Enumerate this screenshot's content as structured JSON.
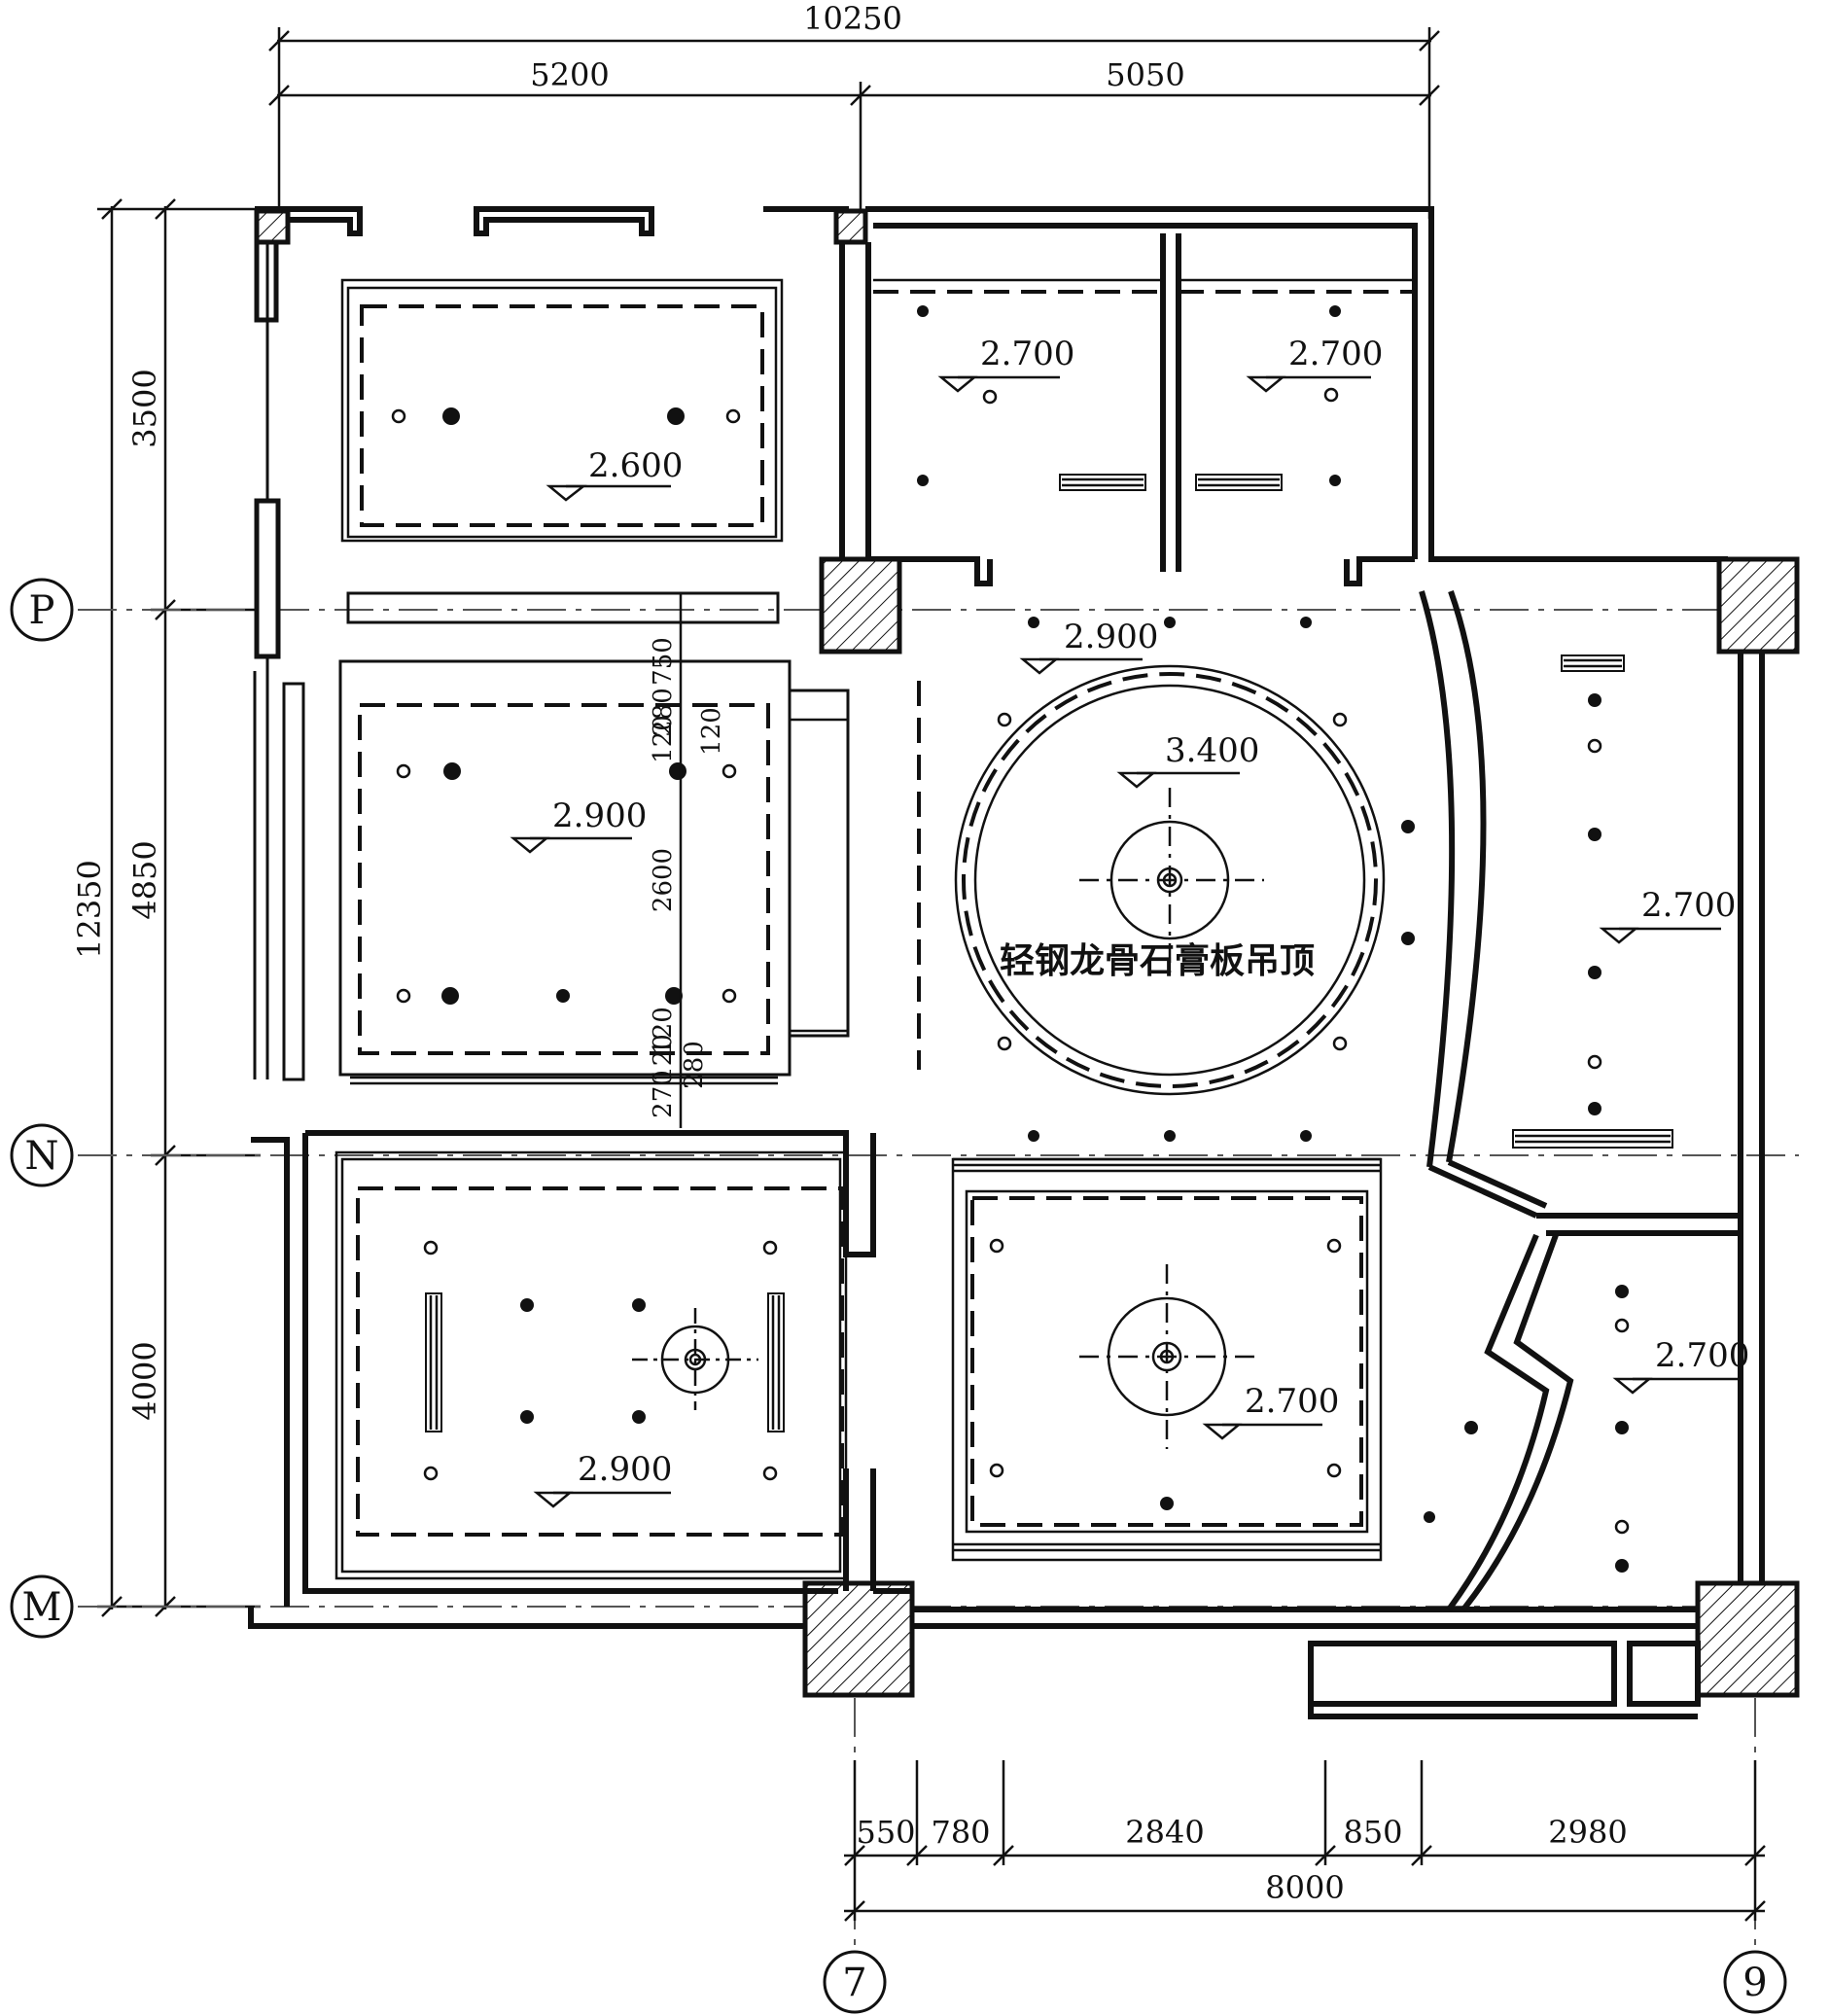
{
  "plan": {
    "top_dims": {
      "overall": "10250",
      "left": "5200",
      "right": "5050"
    },
    "left_dims": {
      "overall": "12350",
      "seg1": "3500",
      "seg2": "4850",
      "seg3": "4000"
    },
    "bottom_dims": {
      "seg1": "550",
      "seg2": "780",
      "seg3": "2840",
      "seg4": "850",
      "seg5": "2980",
      "overall": "8000"
    },
    "inner_dims": {
      "d750": "750",
      "d280a": "280",
      "d120a": "120",
      "d120b": "120",
      "d2600": "2600",
      "d120c": "120",
      "d120d": "120",
      "d270": "270",
      "d280b": "280"
    },
    "axes": {
      "p": "P",
      "n": "N",
      "m": "M",
      "c7": "7",
      "c9": "9"
    },
    "levels": {
      "tl_room": "2.600",
      "top_mid_room": "2.700",
      "top_right_room": "2.700",
      "mid_left_room": "2.900",
      "hall_top": "2.900",
      "hall_circle": "3.400",
      "right_corridor": "2.700",
      "bottom_left_room": "2.900",
      "bottom_mid_room": "2.700",
      "bottom_right_room": "2.700"
    },
    "note": "轻钢龙骨石膏板吊顶"
  }
}
